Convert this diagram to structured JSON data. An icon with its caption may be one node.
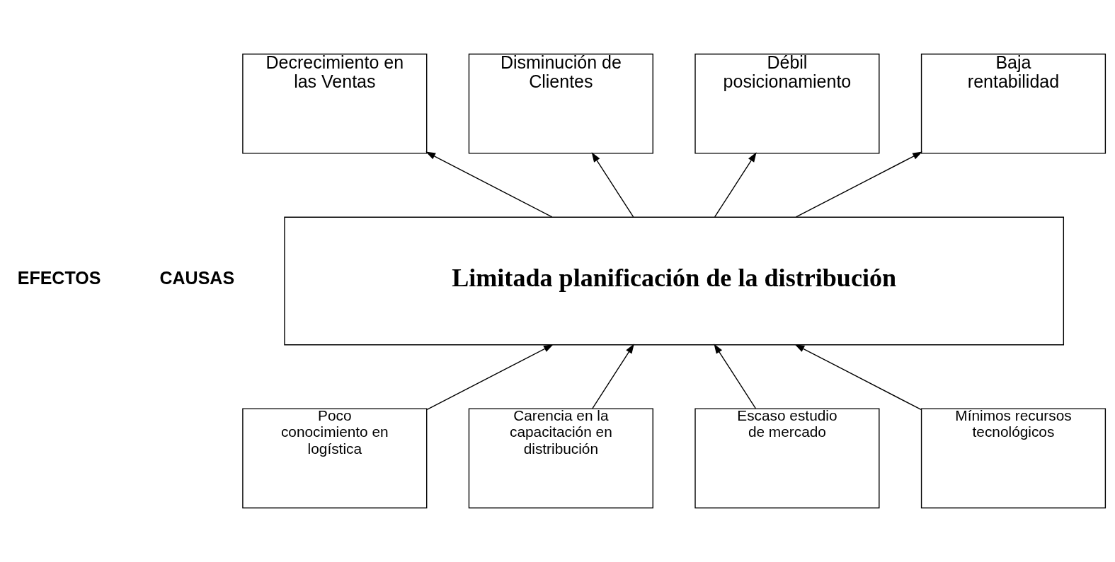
{
  "diagram": {
    "nodes": [
      {
        "text": [
          "Decrecimiento en las Ventas"
        ]
      },
      {
        "text": [
          "Disminución de Clientes"
        ]
      },
      {
        "text": [
          "Débil posicionamiento"
        ]
      },
      {
        "text": [
          "Baja rentabilidad"
        ]
      },
      {
        "text": [
          "Limitada planificación de la distribución"
        ]
      },
      {
        "text": [
          "Poco conocimiento en logística"
        ]
      },
      {
        "text": [
          "Carencia en la capacitación en distribución"
        ]
      },
      {
        "text": [
          "Escaso estudio de mercado"
        ]
      },
      {
        "text": [
          "Mínimos recursos tecnológicos"
        ]
      }
    ],
    "edges": [
      {
        "from": 4,
        "to": 0,
        "arrow": "to"
      },
      {
        "from": 4,
        "to": 1,
        "arrow": "to"
      },
      {
        "from": 4,
        "to": 2,
        "arrow": "to"
      },
      {
        "from": 4,
        "to": 3,
        "arrow": "to"
      },
      {
        "from": 5,
        "to": 4,
        "arrow": "to"
      },
      {
        "from": 6,
        "to": 4,
        "arrow": "to"
      },
      {
        "from": 7,
        "to": 4,
        "arrow": "to"
      },
      {
        "from": 8,
        "to": 4,
        "arrow": "to"
      }
    ],
    "labels": [
      "EFECTOS",
      "CAUSAS"
    ]
  }
}
